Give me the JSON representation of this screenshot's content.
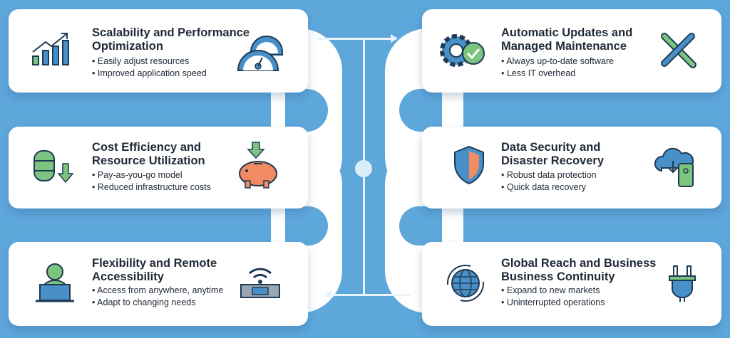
{
  "cards": [
    {
      "title_1": "Scalability and Performance",
      "title_2": "Optimization",
      "bullets": [
        "Easily adjust resources",
        "Improved application speed"
      ],
      "icon_left": "bar-chart-growth-icon",
      "icon_right": "speedometer-icon"
    },
    {
      "title_1": "Cost Efficiency and",
      "title_2": "Resource Utilization",
      "bullets": [
        "Pay-as-you-go model",
        "Reduced infrastructure costs"
      ],
      "icon_left": "database-download-icon",
      "icon_right": "piggy-bank-icon"
    },
    {
      "title_1": "Flexibility and Remote",
      "title_2": "Accessibility",
      "bullets": [
        "Access from anywhere, anytime",
        "Adapt to changing needs"
      ],
      "icon_left": "remote-worker-laptop-icon",
      "icon_right": "wifi-router-icon"
    },
    {
      "title_1": "Automatic Updates and",
      "title_2": "Managed Maintenance",
      "bullets": [
        "Always up-to-date software",
        "Less IT overhead"
      ],
      "icon_left": "gear-check-icon",
      "icon_right": "wrench-screwdriver-icon"
    },
    {
      "title_1": "Data Security and",
      "title_2": "Disaster Recovery",
      "bullets": [
        "Robust data protection",
        "Quick data recovery"
      ],
      "icon_left": "shield-icon",
      "icon_right": "cloud-phone-backup-icon"
    },
    {
      "title_1": "Global Reach and Business",
      "title_2": "Business Continuity",
      "bullets": [
        "Expand to new markets",
        "Uninterrupted operations"
      ],
      "icon_left": "globe-cycle-icon",
      "icon_right": "power-plug-icon"
    }
  ],
  "colors": {
    "background": "#5ea7db",
    "accent_blue": "#4a90c8",
    "accent_green": "#7cc47f",
    "accent_orange": "#f28a63",
    "text": "#1f2a37"
  }
}
